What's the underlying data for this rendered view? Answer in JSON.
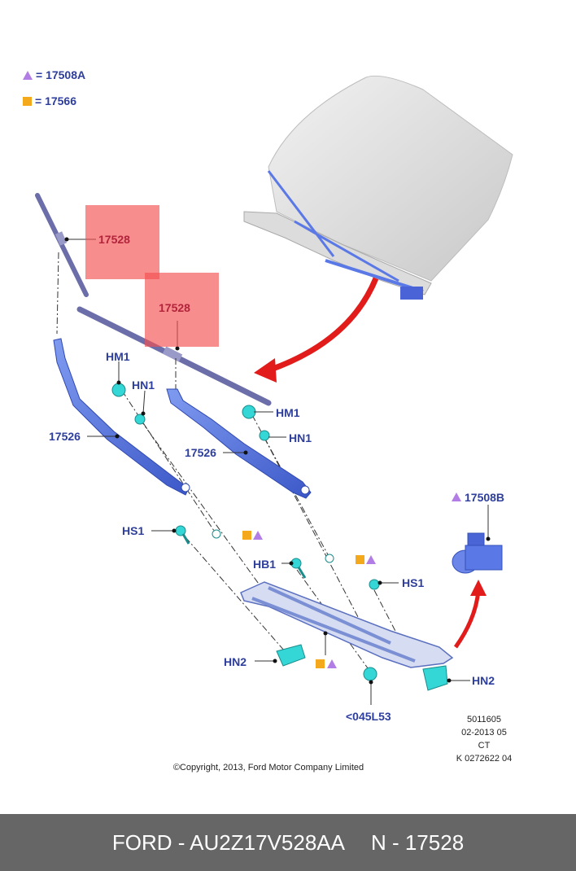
{
  "legend": {
    "triangle_ref": "= 17508A",
    "square_ref": "= 17566",
    "triangle_color": "#b27ee6",
    "square_color": "#f4a81c"
  },
  "labels": {
    "blade_left": "17528",
    "blade_right": "17528",
    "arm_left": "17526",
    "arm_right": "17526",
    "hm1_left": "HM1",
    "hn1_left": "HN1",
    "hm1_right": "HM1",
    "hn1_right": "HN1",
    "hs1_left": "HS1",
    "hs1_right": "HS1",
    "hb1": "HB1",
    "hn2_left": "HN2",
    "hn2_right": "HN2",
    "bolt": "<045L53",
    "motor": "17508B"
  },
  "info_block": [
    "5011605",
    "02-2013 05",
    "CT",
    "K 0272622 04"
  ],
  "copyright": "©Copyright, 2013, Ford Motor Company Limited",
  "footer": {
    "left": "FORD - AU2Z17V528AA",
    "right": "N - 17528"
  },
  "colors": {
    "label_blue": "#2d3e9c",
    "highlight": "#f55050",
    "part_blue": "#5a78e6",
    "fastener_cyan": "#35d6d6",
    "arrow_red": "#e21b1b"
  }
}
